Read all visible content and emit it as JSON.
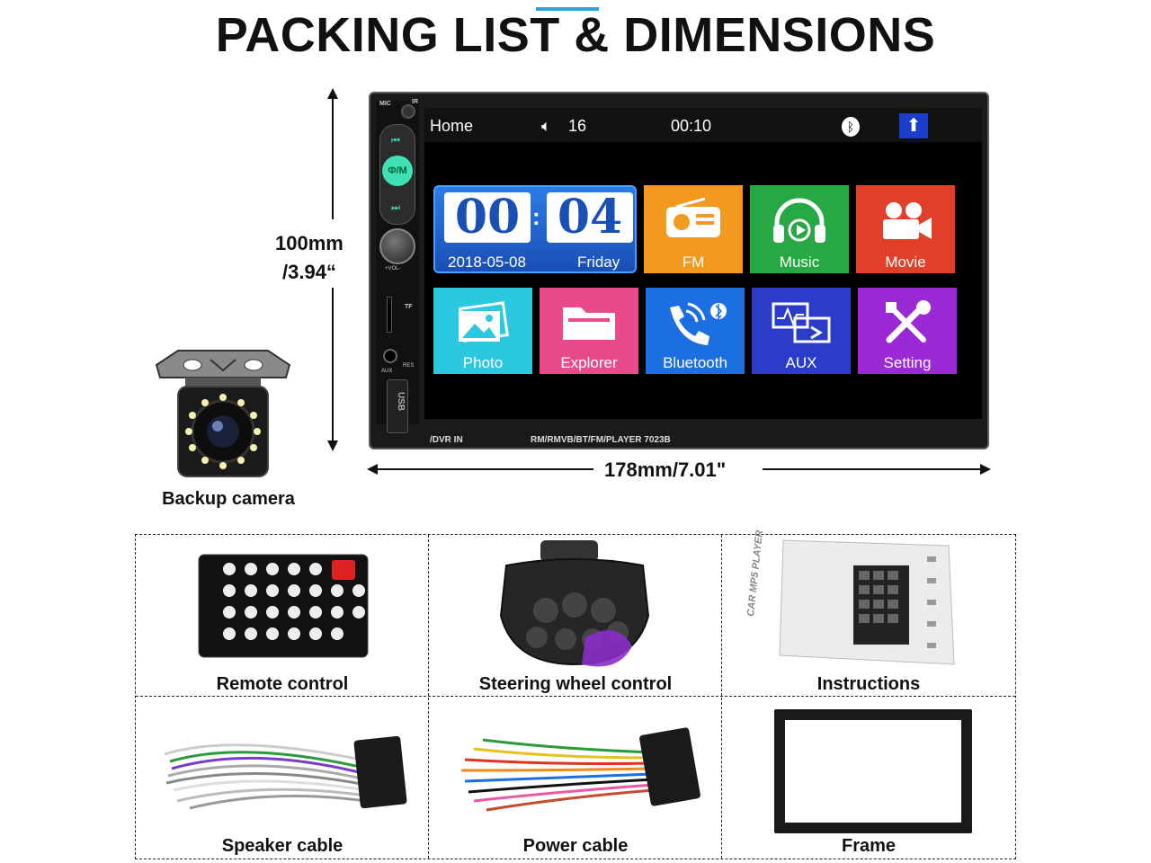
{
  "header": {
    "title": "PACKING LIST & DIMENSIONS"
  },
  "dimensions": {
    "height_label_1": "100mm",
    "height_label_2": "/3.94“",
    "width_label": "178mm/7.01\""
  },
  "camera": {
    "caption": "Backup camera"
  },
  "device": {
    "panel": {
      "mic": "MIC",
      "ir": "IR",
      "power": "Ф/M",
      "vol": "+VOL-",
      "tf": "TF",
      "aux": "AUX",
      "res": "RES",
      "usb": "USB"
    },
    "bottom_left": "/DVR IN",
    "bottom_model": "RM/RMVB/BT/FM/PLAYER  7023B",
    "statusbar": {
      "home": "Home",
      "volume": "16",
      "time": "00:10"
    },
    "clock": {
      "h1": "00",
      "h2": "04",
      "date": "2018-05-08",
      "day": "Friday"
    },
    "tiles": [
      {
        "label": "FM",
        "color": "#f39a1e",
        "icon": "radio-icon"
      },
      {
        "label": "Music",
        "color": "#27a844",
        "icon": "headphones-icon"
      },
      {
        "label": "Movie",
        "color": "#e0402a",
        "icon": "camera-icon"
      },
      {
        "label": "Photo",
        "color": "#2cc7e0",
        "icon": "photo-icon"
      },
      {
        "label": "Explorer",
        "color": "#e94a8a",
        "icon": "folder-icon"
      },
      {
        "label": "Bluetooth",
        "color": "#1c6fe0",
        "icon": "phone-bluetooth-icon"
      },
      {
        "label": "AUX",
        "color": "#2a3cc9",
        "icon": "aux-icon"
      },
      {
        "label": "Setting",
        "color": "#9b2ad6",
        "icon": "wrench-icon"
      }
    ]
  },
  "packing": [
    {
      "caption": "Remote control"
    },
    {
      "caption": "Steering wheel control"
    },
    {
      "caption": "Instructions"
    },
    {
      "caption": "Speaker cable"
    },
    {
      "caption": "Power cable"
    },
    {
      "caption": "Frame"
    }
  ],
  "instructions_booklet_text": "CAR MP5 PLAYER"
}
